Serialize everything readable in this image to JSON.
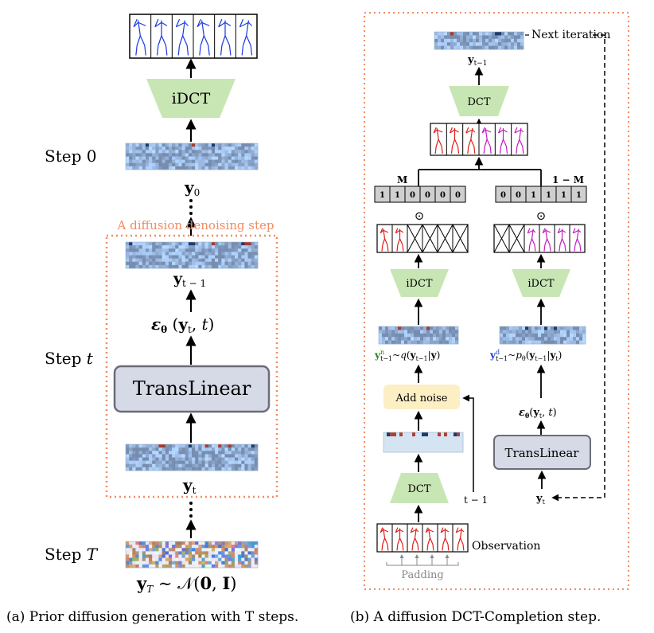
{
  "left_panel": {
    "step0_label": "Step 0",
    "stept_label": "Step t",
    "stepT_label": "Step T",
    "idct_label": "iDCT",
    "y0_label": "y0",
    "dotted_box_label": "A diffusion  denoising step",
    "ytm1_label": "y_t-1",
    "eps_label": "εθ(yt, t)",
    "translinear_label": "TransLinear",
    "yt_label": "yt",
    "yT_label": "yT ~ N(0, I)",
    "caption": "(a) Prior diffusion generation with T steps."
  },
  "right_panel": {
    "next_iteration_label": "Next iteration",
    "ytm1_label": "yt-1",
    "dct_top_label": "DCT",
    "mask_label": "M",
    "mask_values": [
      "1",
      "1",
      "0",
      "0",
      "0",
      "0"
    ],
    "inv_mask_label": "1 − M",
    "inv_mask_values": [
      "0",
      "0",
      "1",
      "1",
      "1",
      "1"
    ],
    "odot_symbol": "⊙",
    "idct_left_label": "iDCT",
    "idct_right_label": "iDCT",
    "left_formula": "yⁿt−1 ~ q(yt−1 | y)",
    "right_formula": "yᵈt−1 ~ pθ(yt−1 | yt)",
    "add_noise_label": "Add noise",
    "dct_bottom_label": "DCT",
    "t_minus_1_label": "t − 1",
    "eps_label": "εθ(yt, t)",
    "translinear_label": "TransLinear",
    "yt_label": "yt",
    "observation_label": "Observation",
    "padding_label": "Padding",
    "caption": "(b) A diffusion DCT-Completion step."
  },
  "colors": {
    "trapezoid": "#c8e6b4",
    "dotted_box": "#f08c64",
    "translinear_fill": "#d6dae6",
    "translinear_stroke": "#6a6d78",
    "add_noise_fill": "#fdefc4",
    "mask_fill": "#cfcfcf",
    "observed_pose": "#e0201a",
    "generated_pose": "#1a3ae0",
    "pred_pose": "#c020c0",
    "pred_pose2": "#20a020"
  }
}
